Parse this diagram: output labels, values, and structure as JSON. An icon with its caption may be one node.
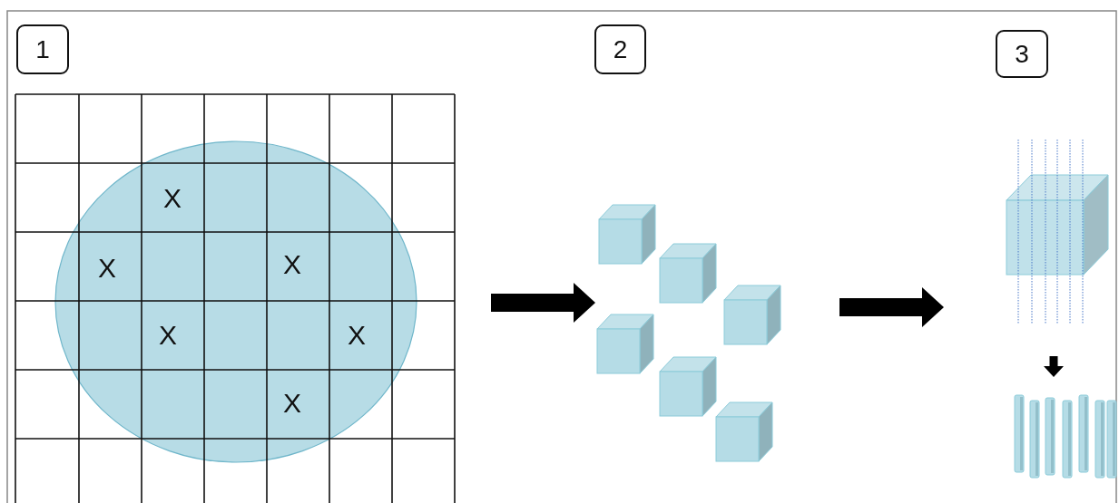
{
  "diagram": {
    "nodes": [
      {
        "text": [
          "1"
        ]
      },
      {
        "text": [
          "2"
        ]
      },
      {
        "text": [
          "3"
        ]
      },
      {
        "text": [],
        "shape": "circle"
      },
      {
        "text": [],
        "shape": "cube"
      },
      {
        "text": [],
        "shape": "cube"
      },
      {
        "text": [],
        "shape": "bar"
      }
    ],
    "edges": [
      {
        "from": 3,
        "to": 4,
        "arrow": "to"
      },
      {
        "from": 4,
        "to": 5,
        "arrow": "to"
      },
      {
        "from": 5,
        "to": 6,
        "arrow": "to"
      }
    ],
    "labels": [
      "X",
      "X",
      "X",
      "X",
      "X",
      "X"
    ]
  }
}
